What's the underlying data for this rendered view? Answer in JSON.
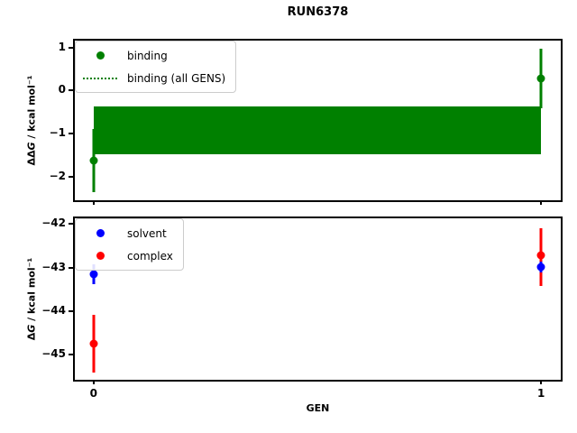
{
  "title": "RUN6378",
  "xlabel": "GEN",
  "accent_colors": {
    "binding": "#008000",
    "solvent": "#0000ff",
    "complex": "#ff0000"
  },
  "chart_data": [
    {
      "type": "scatter",
      "panel": "binding",
      "ylabel_prefix": "ΔΔ",
      "ylabel_symbol": "G",
      "ylabel_suffix": " / kcal mol⁻¹",
      "xlim": [
        -0.042,
        1.044
      ],
      "ylim": [
        -2.55,
        1.16
      ],
      "yticks": [
        1,
        0,
        -1,
        -2
      ],
      "xticks": [
        0,
        1
      ],
      "show_xticklabels": false,
      "grid": false,
      "legend_position": "upper left",
      "legend_labels": [
        "binding",
        "binding (all GENS)"
      ],
      "series": [
        {
          "name": "binding",
          "color": "#008000",
          "points": [
            {
              "x": 0,
              "y": -1.63,
              "err_low": -2.36,
              "err_high": -0.9
            },
            {
              "x": 1,
              "y": 0.28,
              "err_low": -0.42,
              "err_high": 0.98
            }
          ]
        }
      ],
      "band": {
        "name": "binding (all GENS)",
        "color": "#008000",
        "x_start": 0,
        "x_end": 1,
        "y_low": -1.49,
        "y_high": -0.38,
        "center": -0.93,
        "line_style": "dotted"
      }
    },
    {
      "type": "scatter",
      "panel": "free-energies",
      "ylabel_prefix": "Δ",
      "ylabel_symbol": "G",
      "ylabel_suffix": " / kcal mol⁻¹",
      "xlim": [
        -0.042,
        1.044
      ],
      "ylim": [
        -45.57,
        -41.87
      ],
      "yticks": [
        -42,
        -43,
        -44,
        -45
      ],
      "xticks": [
        0,
        1
      ],
      "show_xticklabels": true,
      "grid": false,
      "legend_position": "upper left",
      "legend_labels": [
        "solvent",
        "complex"
      ],
      "series": [
        {
          "name": "complex",
          "color": "#ff0000",
          "points": [
            {
              "x": 0,
              "y": -44.74,
              "err_low": -45.4,
              "err_high": -44.08
            },
            {
              "x": 1,
              "y": -42.71,
              "err_low": -43.41,
              "err_high": -42.1
            }
          ]
        },
        {
          "name": "solvent",
          "color": "#0000ff",
          "points": [
            {
              "x": 0,
              "y": -43.15,
              "err_low": -43.38,
              "err_high": -42.92
            },
            {
              "x": 1,
              "y": -42.98,
              "err_low": -43.1,
              "err_high": -42.86
            }
          ]
        }
      ]
    }
  ]
}
